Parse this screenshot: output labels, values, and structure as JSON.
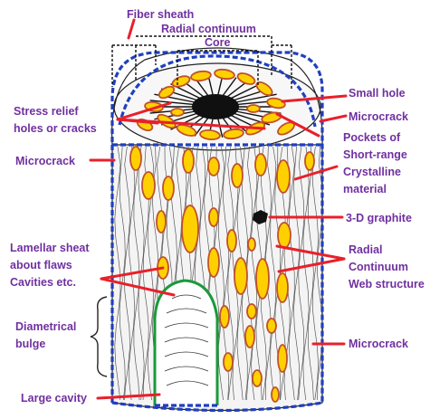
{
  "labels": {
    "fiber_sheath": "Fiber sheath",
    "radial_continuum": "Radial continuum",
    "core": "Core",
    "small_hole": "Small hole",
    "microcrack_top": "Microcrack",
    "stress_relief_1": "Stress relief",
    "stress_relief_2": "holes or cracks",
    "pockets_1": "Pockets of",
    "pockets_2": "Short-range",
    "pockets_3": "Crystalline",
    "pockets_4": "material",
    "microcrack_left": "Microcrack",
    "graphite": "3-D graphite",
    "lamellar_1": "Lamellar sheat",
    "lamellar_2": "about flaws",
    "lamellar_3": "Cavities etc.",
    "radial_web_1": "Radial",
    "radial_web_2": "Continuum",
    "radial_web_3": "Web structure",
    "diametrical_1": "Diametrical",
    "diametrical_2": "bulge",
    "microcrack_right": "Microcrack",
    "large_cavity": "Large cavity"
  },
  "colors": {
    "label_text": "#7030a0",
    "pointer": "#e8202a",
    "outline": "#1f3fbf",
    "pocket_fill": "#ffd000",
    "pocket_rim": "#c0502b",
    "cavity_edge": "#1a9a3a",
    "fiber_line": "#555555"
  }
}
